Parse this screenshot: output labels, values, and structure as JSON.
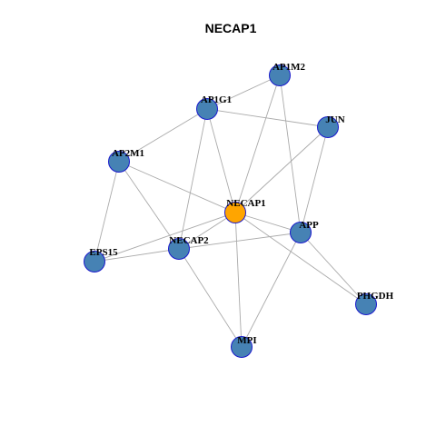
{
  "title": "NECAP1",
  "colors": {
    "focus_node": "#FFA500",
    "node": "#4682B4",
    "node_border": "#1A1ACC",
    "edge": "#AAAAAA"
  },
  "nodes": [
    {
      "id": "NECAP1",
      "label": "NECAP1",
      "focus": true
    },
    {
      "id": "AP1M2",
      "label": "AP1M2",
      "focus": false
    },
    {
      "id": "AP1G1",
      "label": "AP1G1",
      "focus": false
    },
    {
      "id": "JUN",
      "label": "JUN",
      "focus": false
    },
    {
      "id": "AP2M1",
      "label": "AP2M1",
      "focus": false
    },
    {
      "id": "APP",
      "label": "APP",
      "focus": false
    },
    {
      "id": "NECAP2",
      "label": "NECAP2",
      "focus": false
    },
    {
      "id": "EPS15",
      "label": "EPS15",
      "focus": false
    },
    {
      "id": "PHGDH",
      "label": "PHGDH",
      "focus": false
    },
    {
      "id": "MPI",
      "label": "MPI",
      "focus": false
    }
  ],
  "edges": [
    [
      "AP1M2",
      "AP1G1"
    ],
    [
      "AP1M2",
      "NECAP1"
    ],
    [
      "AP1M2",
      "APP"
    ],
    [
      "AP1G1",
      "JUN"
    ],
    [
      "AP1G1",
      "AP2M1"
    ],
    [
      "AP1G1",
      "NECAP1"
    ],
    [
      "AP1G1",
      "NECAP2"
    ],
    [
      "JUN",
      "NECAP1"
    ],
    [
      "JUN",
      "APP"
    ],
    [
      "AP2M1",
      "NECAP1"
    ],
    [
      "AP2M1",
      "NECAP2"
    ],
    [
      "AP2M1",
      "EPS15"
    ],
    [
      "NECAP1",
      "APP"
    ],
    [
      "NECAP1",
      "NECAP2"
    ],
    [
      "NECAP1",
      "EPS15"
    ],
    [
      "NECAP1",
      "PHGDH"
    ],
    [
      "NECAP1",
      "MPI"
    ],
    [
      "APP",
      "NECAP2"
    ],
    [
      "APP",
      "PHGDH"
    ],
    [
      "APP",
      "MPI"
    ],
    [
      "NECAP2",
      "EPS15"
    ],
    [
      "NECAP2",
      "MPI"
    ]
  ]
}
